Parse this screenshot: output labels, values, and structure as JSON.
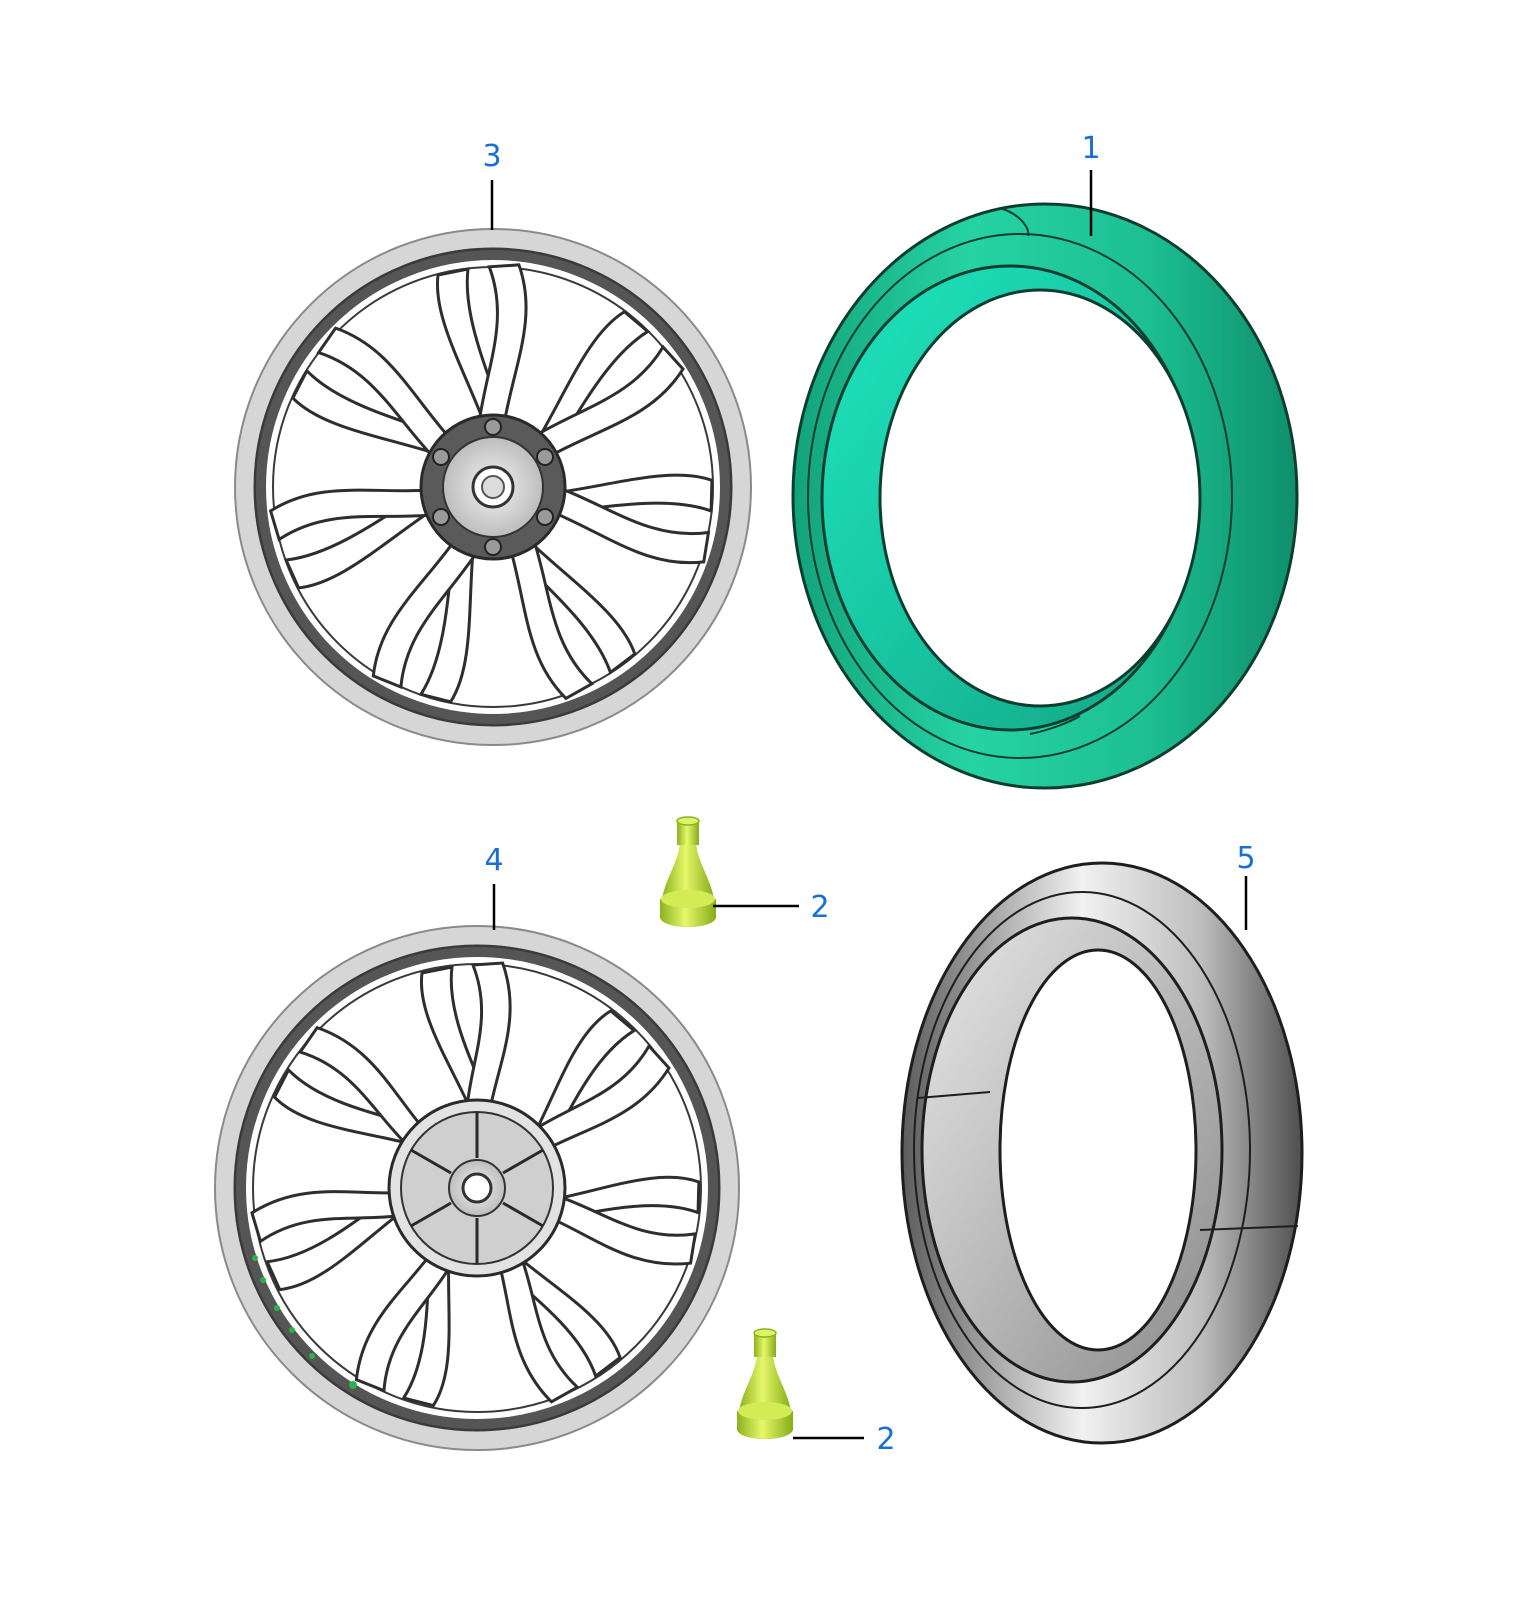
{
  "colors": {
    "callout_text": "#1a6fd6",
    "front_tire": "#1fbf94",
    "rear_tire": "#9a9a9a",
    "rim": "#d2d2d2",
    "valve": "#c4e63a"
  },
  "parts": [
    {
      "id": "front-tire",
      "callout": "1",
      "icon": "tire-icon"
    },
    {
      "id": "valve-upper",
      "callout": "2",
      "icon": "valve-stem-icon"
    },
    {
      "id": "front-wheel",
      "callout": "3",
      "icon": "wheel-rim-icon"
    },
    {
      "id": "rear-wheel",
      "callout": "4",
      "icon": "wheel-rim-icon"
    },
    {
      "id": "rear-tire",
      "callout": "5",
      "icon": "tire-icon"
    },
    {
      "id": "valve-lower",
      "callout": "2",
      "icon": "valve-stem-icon"
    }
  ]
}
